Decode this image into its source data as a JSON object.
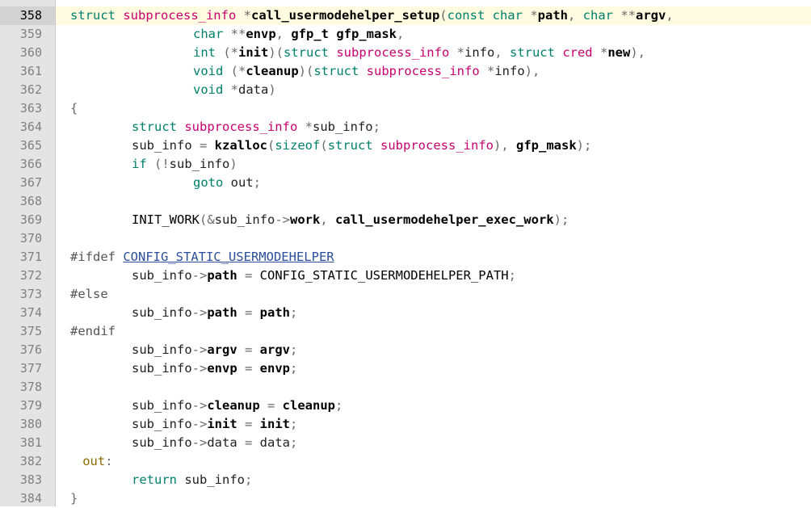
{
  "lines": [
    {
      "n": "358",
      "current": true,
      "indent": 0,
      "tokens": [
        [
          "kw",
          "struct "
        ],
        [
          "ty",
          "subprocess_info"
        ],
        [
          "sp",
          " "
        ],
        [
          "pu",
          "*"
        ],
        [
          "fn",
          "call_usermodehelper_setup"
        ],
        [
          "pu",
          "("
        ],
        [
          "kw",
          "const "
        ],
        [
          "kw",
          "char "
        ],
        [
          "pu",
          "*"
        ],
        [
          "fn",
          "path"
        ],
        [
          "pu",
          ", "
        ],
        [
          "kw",
          "char "
        ],
        [
          "pu",
          "**"
        ],
        [
          "fn",
          "argv"
        ],
        [
          "pu",
          ","
        ]
      ]
    },
    {
      "n": "359",
      "indent": 20,
      "tokens": [
        [
          "kw",
          "char "
        ],
        [
          "pu",
          "**"
        ],
        [
          "fn",
          "envp"
        ],
        [
          "pu",
          ", "
        ],
        [
          "fn",
          "gfp_t "
        ],
        [
          "fn",
          "gfp_mask"
        ],
        [
          "pu",
          ","
        ]
      ]
    },
    {
      "n": "360",
      "indent": 20,
      "tokens": [
        [
          "kw",
          "int "
        ],
        [
          "pu",
          "(*"
        ],
        [
          "fn",
          "init"
        ],
        [
          "pu",
          ")("
        ],
        [
          "kw",
          "struct "
        ],
        [
          "ty",
          "subprocess_info "
        ],
        [
          "pu",
          "*"
        ],
        [
          "id",
          "info"
        ],
        [
          "pu",
          ", "
        ],
        [
          "kw",
          "struct "
        ],
        [
          "ty",
          "cred "
        ],
        [
          "pu",
          "*"
        ],
        [
          "fn",
          "new"
        ],
        [
          "pu",
          "),"
        ]
      ]
    },
    {
      "n": "361",
      "indent": 20,
      "tokens": [
        [
          "kw",
          "void "
        ],
        [
          "pu",
          "(*"
        ],
        [
          "fn",
          "cleanup"
        ],
        [
          "pu",
          ")("
        ],
        [
          "kw",
          "struct "
        ],
        [
          "ty",
          "subprocess_info "
        ],
        [
          "pu",
          "*"
        ],
        [
          "id",
          "info"
        ],
        [
          "pu",
          "),"
        ]
      ]
    },
    {
      "n": "362",
      "indent": 20,
      "tokens": [
        [
          "kw",
          "void "
        ],
        [
          "pu",
          "*"
        ],
        [
          "id",
          "data"
        ],
        [
          "pu",
          ")"
        ]
      ]
    },
    {
      "n": "363",
      "indent": 0,
      "tokens": [
        [
          "pu",
          "{"
        ]
      ]
    },
    {
      "n": "364",
      "indent": 10,
      "tokens": [
        [
          "kw",
          "struct "
        ],
        [
          "ty",
          "subprocess_info "
        ],
        [
          "pu",
          "*"
        ],
        [
          "id",
          "sub_info"
        ],
        [
          "pu",
          ";"
        ]
      ]
    },
    {
      "n": "365",
      "indent": 10,
      "tokens": [
        [
          "id",
          "sub_info "
        ],
        [
          "pu",
          "= "
        ],
        [
          "fn",
          "kzalloc"
        ],
        [
          "pu",
          "("
        ],
        [
          "kw",
          "sizeof"
        ],
        [
          "pu",
          "("
        ],
        [
          "kw",
          "struct "
        ],
        [
          "ty",
          "subprocess_info"
        ],
        [
          "pu",
          "), "
        ],
        [
          "fn",
          "gfp_mask"
        ],
        [
          "pu",
          ");"
        ]
      ]
    },
    {
      "n": "366",
      "indent": 10,
      "tokens": [
        [
          "kw",
          "if "
        ],
        [
          "pu",
          "(!"
        ],
        [
          "id",
          "sub_info"
        ],
        [
          "pu",
          ")"
        ]
      ]
    },
    {
      "n": "367",
      "indent": 20,
      "tokens": [
        [
          "kw",
          "goto "
        ],
        [
          "id",
          "out"
        ],
        [
          "pu",
          ";"
        ]
      ]
    },
    {
      "n": "368",
      "indent": 0,
      "tokens": []
    },
    {
      "n": "369",
      "indent": 10,
      "tokens": [
        [
          "mac2",
          "INIT_WORK"
        ],
        [
          "pu",
          "(&"
        ],
        [
          "id",
          "sub_info"
        ],
        [
          "pu",
          "->"
        ],
        [
          "fn",
          "work"
        ],
        [
          "pu",
          ", "
        ],
        [
          "fn",
          "call_usermodehelper_exec_work"
        ],
        [
          "pu",
          ");"
        ]
      ]
    },
    {
      "n": "370",
      "indent": 0,
      "tokens": []
    },
    {
      "n": "371",
      "indent": 0,
      "tokens": [
        [
          "pp",
          "#ifdef "
        ],
        [
          "mac",
          "CONFIG_STATIC_USERMODEHELPER"
        ]
      ]
    },
    {
      "n": "372",
      "indent": 10,
      "tokens": [
        [
          "id",
          "sub_info"
        ],
        [
          "pu",
          "->"
        ],
        [
          "fn",
          "path "
        ],
        [
          "pu",
          "= "
        ],
        [
          "mac2",
          "CONFIG_STATIC_USERMODEHELPER_PATH"
        ],
        [
          "pu",
          ";"
        ]
      ]
    },
    {
      "n": "373",
      "indent": 0,
      "tokens": [
        [
          "pp",
          "#else"
        ]
      ]
    },
    {
      "n": "374",
      "indent": 10,
      "tokens": [
        [
          "id",
          "sub_info"
        ],
        [
          "pu",
          "->"
        ],
        [
          "fn",
          "path "
        ],
        [
          "pu",
          "= "
        ],
        [
          "fn",
          "path"
        ],
        [
          "pu",
          ";"
        ]
      ]
    },
    {
      "n": "375",
      "indent": 0,
      "tokens": [
        [
          "pp",
          "#endif"
        ]
      ]
    },
    {
      "n": "376",
      "indent": 10,
      "tokens": [
        [
          "id",
          "sub_info"
        ],
        [
          "pu",
          "->"
        ],
        [
          "fn",
          "argv "
        ],
        [
          "pu",
          "= "
        ],
        [
          "fn",
          "argv"
        ],
        [
          "pu",
          ";"
        ]
      ]
    },
    {
      "n": "377",
      "indent": 10,
      "tokens": [
        [
          "id",
          "sub_info"
        ],
        [
          "pu",
          "->"
        ],
        [
          "fn",
          "envp "
        ],
        [
          "pu",
          "= "
        ],
        [
          "fn",
          "envp"
        ],
        [
          "pu",
          ";"
        ]
      ]
    },
    {
      "n": "378",
      "indent": 0,
      "tokens": []
    },
    {
      "n": "379",
      "indent": 10,
      "tokens": [
        [
          "id",
          "sub_info"
        ],
        [
          "pu",
          "->"
        ],
        [
          "fn",
          "cleanup "
        ],
        [
          "pu",
          "= "
        ],
        [
          "fn",
          "cleanup"
        ],
        [
          "pu",
          ";"
        ]
      ]
    },
    {
      "n": "380",
      "indent": 10,
      "tokens": [
        [
          "id",
          "sub_info"
        ],
        [
          "pu",
          "->"
        ],
        [
          "fn",
          "init "
        ],
        [
          "pu",
          "= "
        ],
        [
          "fn",
          "init"
        ],
        [
          "pu",
          ";"
        ]
      ]
    },
    {
      "n": "381",
      "indent": 10,
      "tokens": [
        [
          "id",
          "sub_info"
        ],
        [
          "pu",
          "->"
        ],
        [
          "id",
          "data "
        ],
        [
          "pu",
          "= "
        ],
        [
          "id",
          "data"
        ],
        [
          "pu",
          ";"
        ]
      ]
    },
    {
      "n": "382",
      "indent": 2,
      "tokens": [
        [
          "lab",
          "out"
        ],
        [
          "pu",
          ":"
        ]
      ]
    },
    {
      "n": "383",
      "indent": 10,
      "tokens": [
        [
          "kw",
          "return "
        ],
        [
          "id",
          "sub_info"
        ],
        [
          "pu",
          ";"
        ]
      ]
    },
    {
      "n": "384",
      "indent": 0,
      "tokens": [
        [
          "pu",
          "}"
        ]
      ]
    }
  ]
}
